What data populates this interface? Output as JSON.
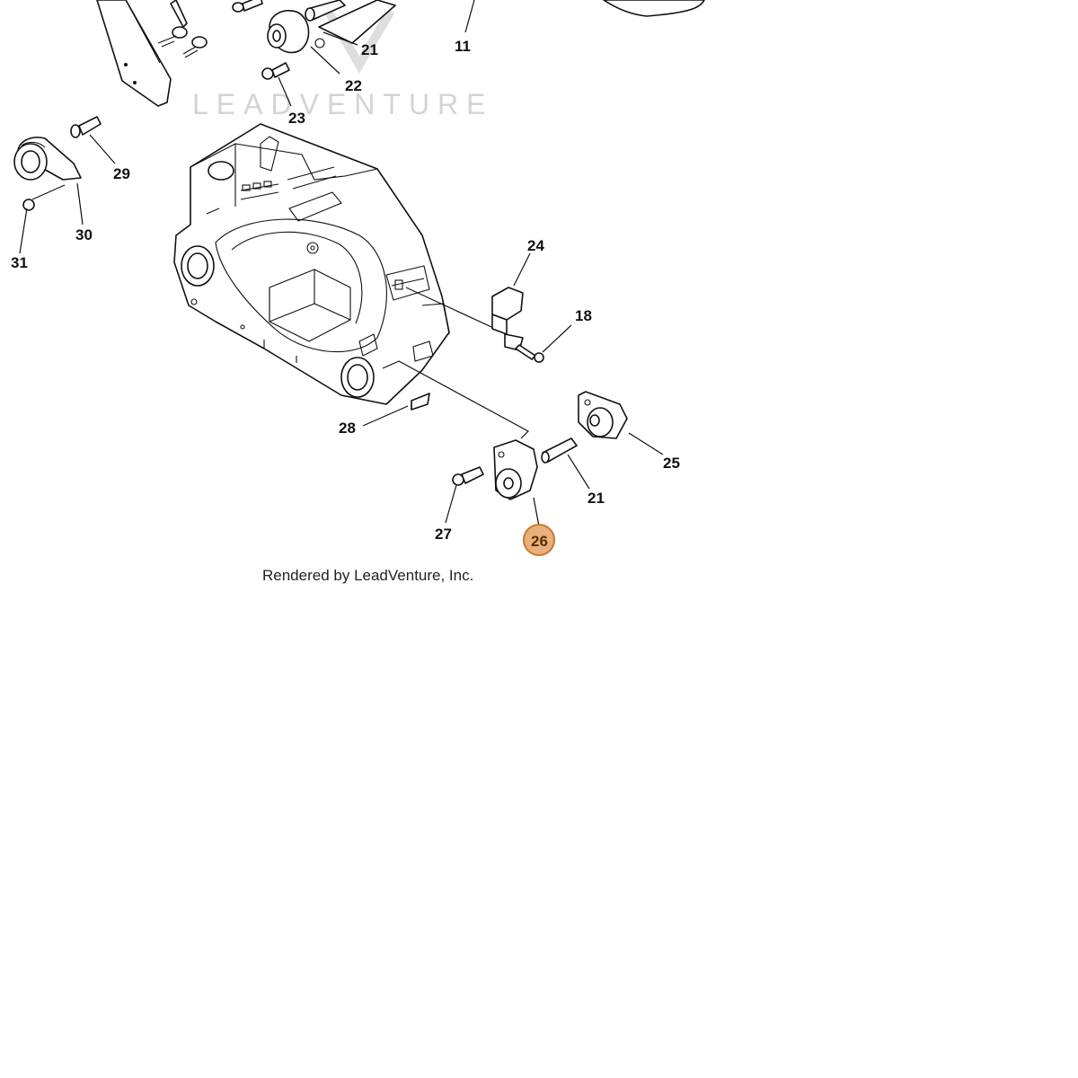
{
  "watermark": {
    "text": "LEADVENTURE"
  },
  "credit": "Rendered by LeadVenture, Inc.",
  "highlight": {
    "fill": "#e8b07a",
    "stroke": "#c77a2e"
  },
  "callouts": [
    {
      "id": "21a",
      "label": "21"
    },
    {
      "id": "22",
      "label": "22"
    },
    {
      "id": "23",
      "label": "23"
    },
    {
      "id": "11",
      "label": "11"
    },
    {
      "id": "29",
      "label": "29"
    },
    {
      "id": "30",
      "label": "30"
    },
    {
      "id": "31",
      "label": "31"
    },
    {
      "id": "24",
      "label": "24"
    },
    {
      "id": "18",
      "label": "18"
    },
    {
      "id": "28",
      "label": "28"
    },
    {
      "id": "25",
      "label": "25"
    },
    {
      "id": "21b",
      "label": "21"
    },
    {
      "id": "27",
      "label": "27"
    },
    {
      "id": "26",
      "label": "26",
      "highlighted": true
    }
  ]
}
